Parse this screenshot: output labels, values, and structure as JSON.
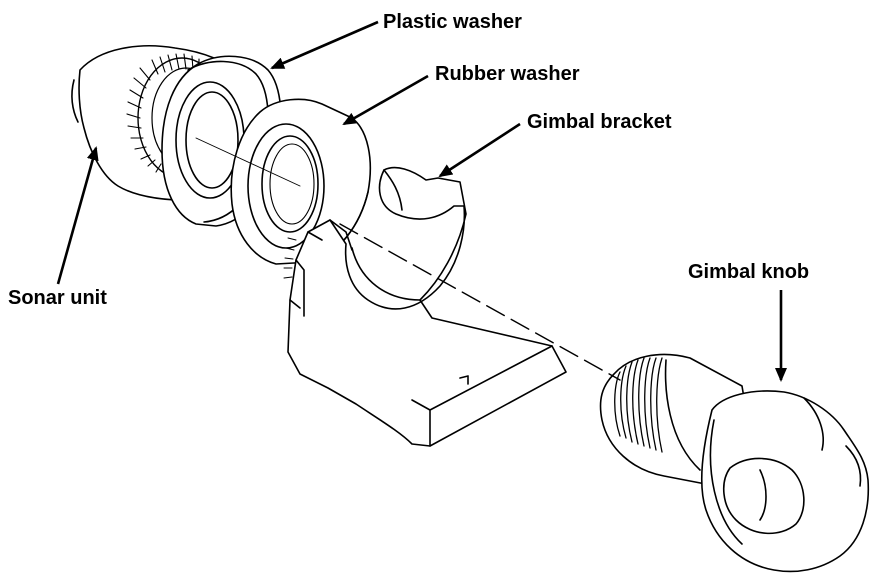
{
  "labels": {
    "plastic_washer": "Plastic washer",
    "rubber_washer": "Rubber washer",
    "gimbal_bracket": "Gimbal bracket",
    "gimbal_knob": "Gimbal knob",
    "sonar_unit": "Sonar unit"
  },
  "colors": {
    "line": "#000000",
    "background": "#ffffff"
  }
}
